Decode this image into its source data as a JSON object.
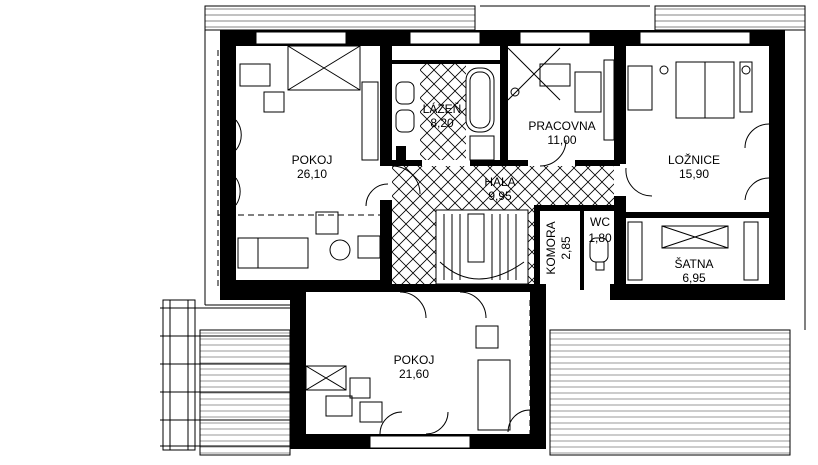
{
  "rooms": {
    "pokoj_left": {
      "name": "POKOJ",
      "area": "26,10"
    },
    "lazen": {
      "name": "LÁZEŇ",
      "area": "8,20"
    },
    "pracovna": {
      "name": "PRACOVNA",
      "area": "11,00"
    },
    "loznice": {
      "name": "LOŽNICE",
      "area": "15,90"
    },
    "hala": {
      "name": "HALA",
      "area": "9,95"
    },
    "komora": {
      "name": "KOMORA",
      "area": "2,85"
    },
    "wc": {
      "name": "WC",
      "area": "1,80"
    },
    "satna": {
      "name": "ŠATNA",
      "area": "6,95"
    },
    "pokoj_bottom": {
      "name": "POKOJ",
      "area": "21,60"
    }
  }
}
